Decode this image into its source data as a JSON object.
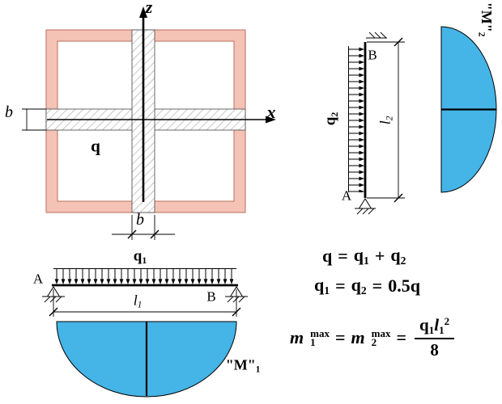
{
  "colors": {
    "frame_fill": "#f4c3b6",
    "frame_stroke": "#b96f5e",
    "moment_fill": "#45b4e7"
  },
  "plate": {
    "z_axis_label": "z",
    "x_axis_label": "x",
    "strip_width_left": "b",
    "strip_width_bottom": "b",
    "load_label": "q"
  },
  "beam1": {
    "load": "q",
    "load_sub": "1",
    "support_left": "A",
    "support_right": "B",
    "length": "l",
    "length_sub": "1",
    "moment": "\"M\"",
    "moment_sub": "1"
  },
  "beam2": {
    "load": "q",
    "load_sub": "2",
    "support_bottom": "A",
    "support_top": "B",
    "length": "l",
    "length_sub": "2",
    "moment": "\"M\"",
    "moment_sub": "2"
  },
  "equations": {
    "line1": {
      "t1": "q",
      "op1": "=",
      "t2": "q",
      "t2_sub": "1",
      "op2": "+",
      "t3": "q",
      "t3_sub": "2"
    },
    "line2": {
      "t1": "q",
      "t1_sub": "1",
      "op1": "=",
      "t2": "q",
      "t2_sub": "2",
      "op2": "=",
      "t3": "0.5q"
    },
    "line3": {
      "t1": "m",
      "t1_sub": "1",
      "t1_sup": "max",
      "op1": "=",
      "t2": "m",
      "t2_sub": "2",
      "t2_sup": "max",
      "op2": "=",
      "num1": "q",
      "num1_sub": "1",
      "num2": "l",
      "num2_sub": "1",
      "num_sup": "2",
      "den": "8"
    }
  }
}
